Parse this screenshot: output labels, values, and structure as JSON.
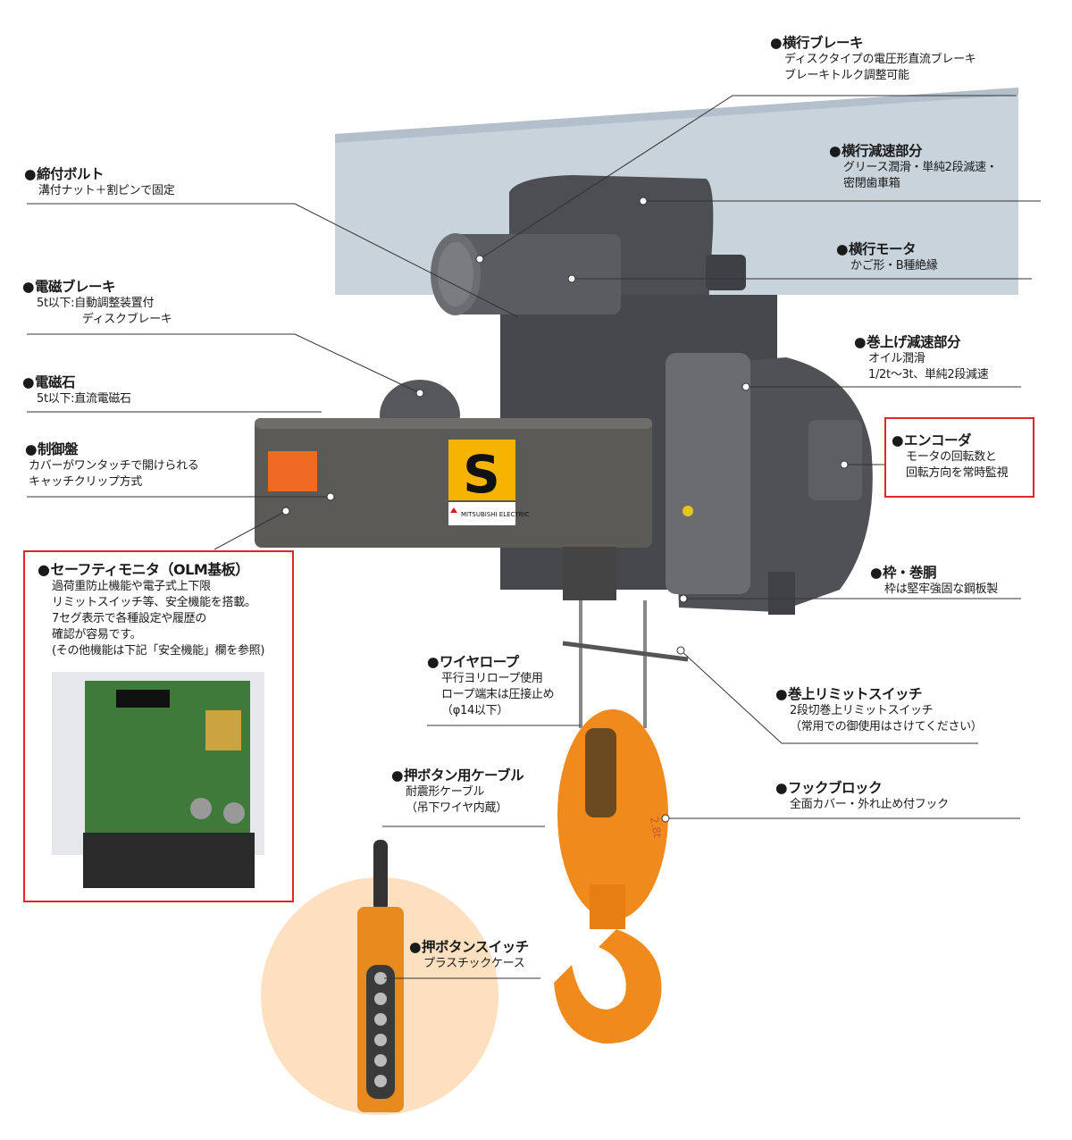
{
  "labels": {
    "traverse_brake": {
      "title": "横行ブレーキ",
      "lines": [
        "ディスクタイプの電圧形直流ブレーキ",
        "ブレーキトルク調整可能"
      ]
    },
    "traverse_reducer": {
      "title": "横行減速部分",
      "lines": [
        "グリース潤滑・単純2段減速・",
        "密閉歯車箱"
      ]
    },
    "traverse_motor": {
      "title": "横行モータ",
      "lines": [
        "かご形・B種絶縁"
      ]
    },
    "hoist_reducer": {
      "title": "巻上げ減速部分",
      "lines": [
        "オイル潤滑",
        "1/2t〜3t、単純2段減速"
      ]
    },
    "encoder": {
      "title": "エンコーダ",
      "lines": [
        "モータの回転数と",
        "回転方向を常時監視"
      ]
    },
    "frame_drum": {
      "title": "枠・巻胴",
      "lines": [
        "枠は堅牢強固な鋼板製"
      ]
    },
    "hoist_limit_switch": {
      "title": "巻上リミットスイッチ",
      "lines": [
        "2段切巻上リミットスイッチ",
        "（常用での御使用はさけてください）"
      ]
    },
    "hook_block": {
      "title": "フックブロック",
      "lines": [
        "全面カバー・外れ止め付フック"
      ]
    },
    "fastening_bolt": {
      "title": "締付ボルト",
      "lines": [
        "溝付ナット＋割ピンで固定"
      ]
    },
    "electromagnetic_brake": {
      "title": "電磁ブレーキ",
      "lines": [
        "5t以下:自動調整装置付",
        "　　　　ディスクブレーキ"
      ]
    },
    "electromagnet": {
      "title": "電磁石",
      "lines": [
        "5t以下:直流電磁石"
      ]
    },
    "control_panel": {
      "title": "制御盤",
      "lines": [
        "カバーがワンタッチで開けられる",
        "キャッチクリップ方式"
      ]
    },
    "safety_monitor": {
      "title": "セーフティモニタ（OLM基板）",
      "lines": [
        "過荷重防止機能や電子式上下限",
        "リミットスイッチ等、安全機能を搭載。",
        "7セグ表示で各種設定や履歴の",
        "確認が容易です。",
        "(その他機能は下記「安全機能」欄を参照)"
      ]
    },
    "wire_rope": {
      "title": "ワイヤロープ",
      "lines": [
        "平行ヨリロープ使用",
        "ロープ端末は圧接止め",
        "（φ14以下）"
      ]
    },
    "pendant_cable": {
      "title": "押ボタン用ケーブル",
      "lines": [
        "耐震形ケーブル",
        "（吊下ワイヤ内蔵）"
      ]
    },
    "pushbutton_switch": {
      "title": "押ボタンスイッチ",
      "lines": [
        "プラスチックケース"
      ]
    }
  },
  "product": {
    "badge_letter": "S",
    "brand": "MITSUBISHI ELECTRIC",
    "hook_capacity": "2.8t"
  },
  "colors": {
    "highlight_border": "#e0262a",
    "hook_orange": "#f08a1c",
    "pendant_bg": "#fde0bf",
    "body_gray": "#55575a",
    "rail": "#c9d3dc"
  }
}
